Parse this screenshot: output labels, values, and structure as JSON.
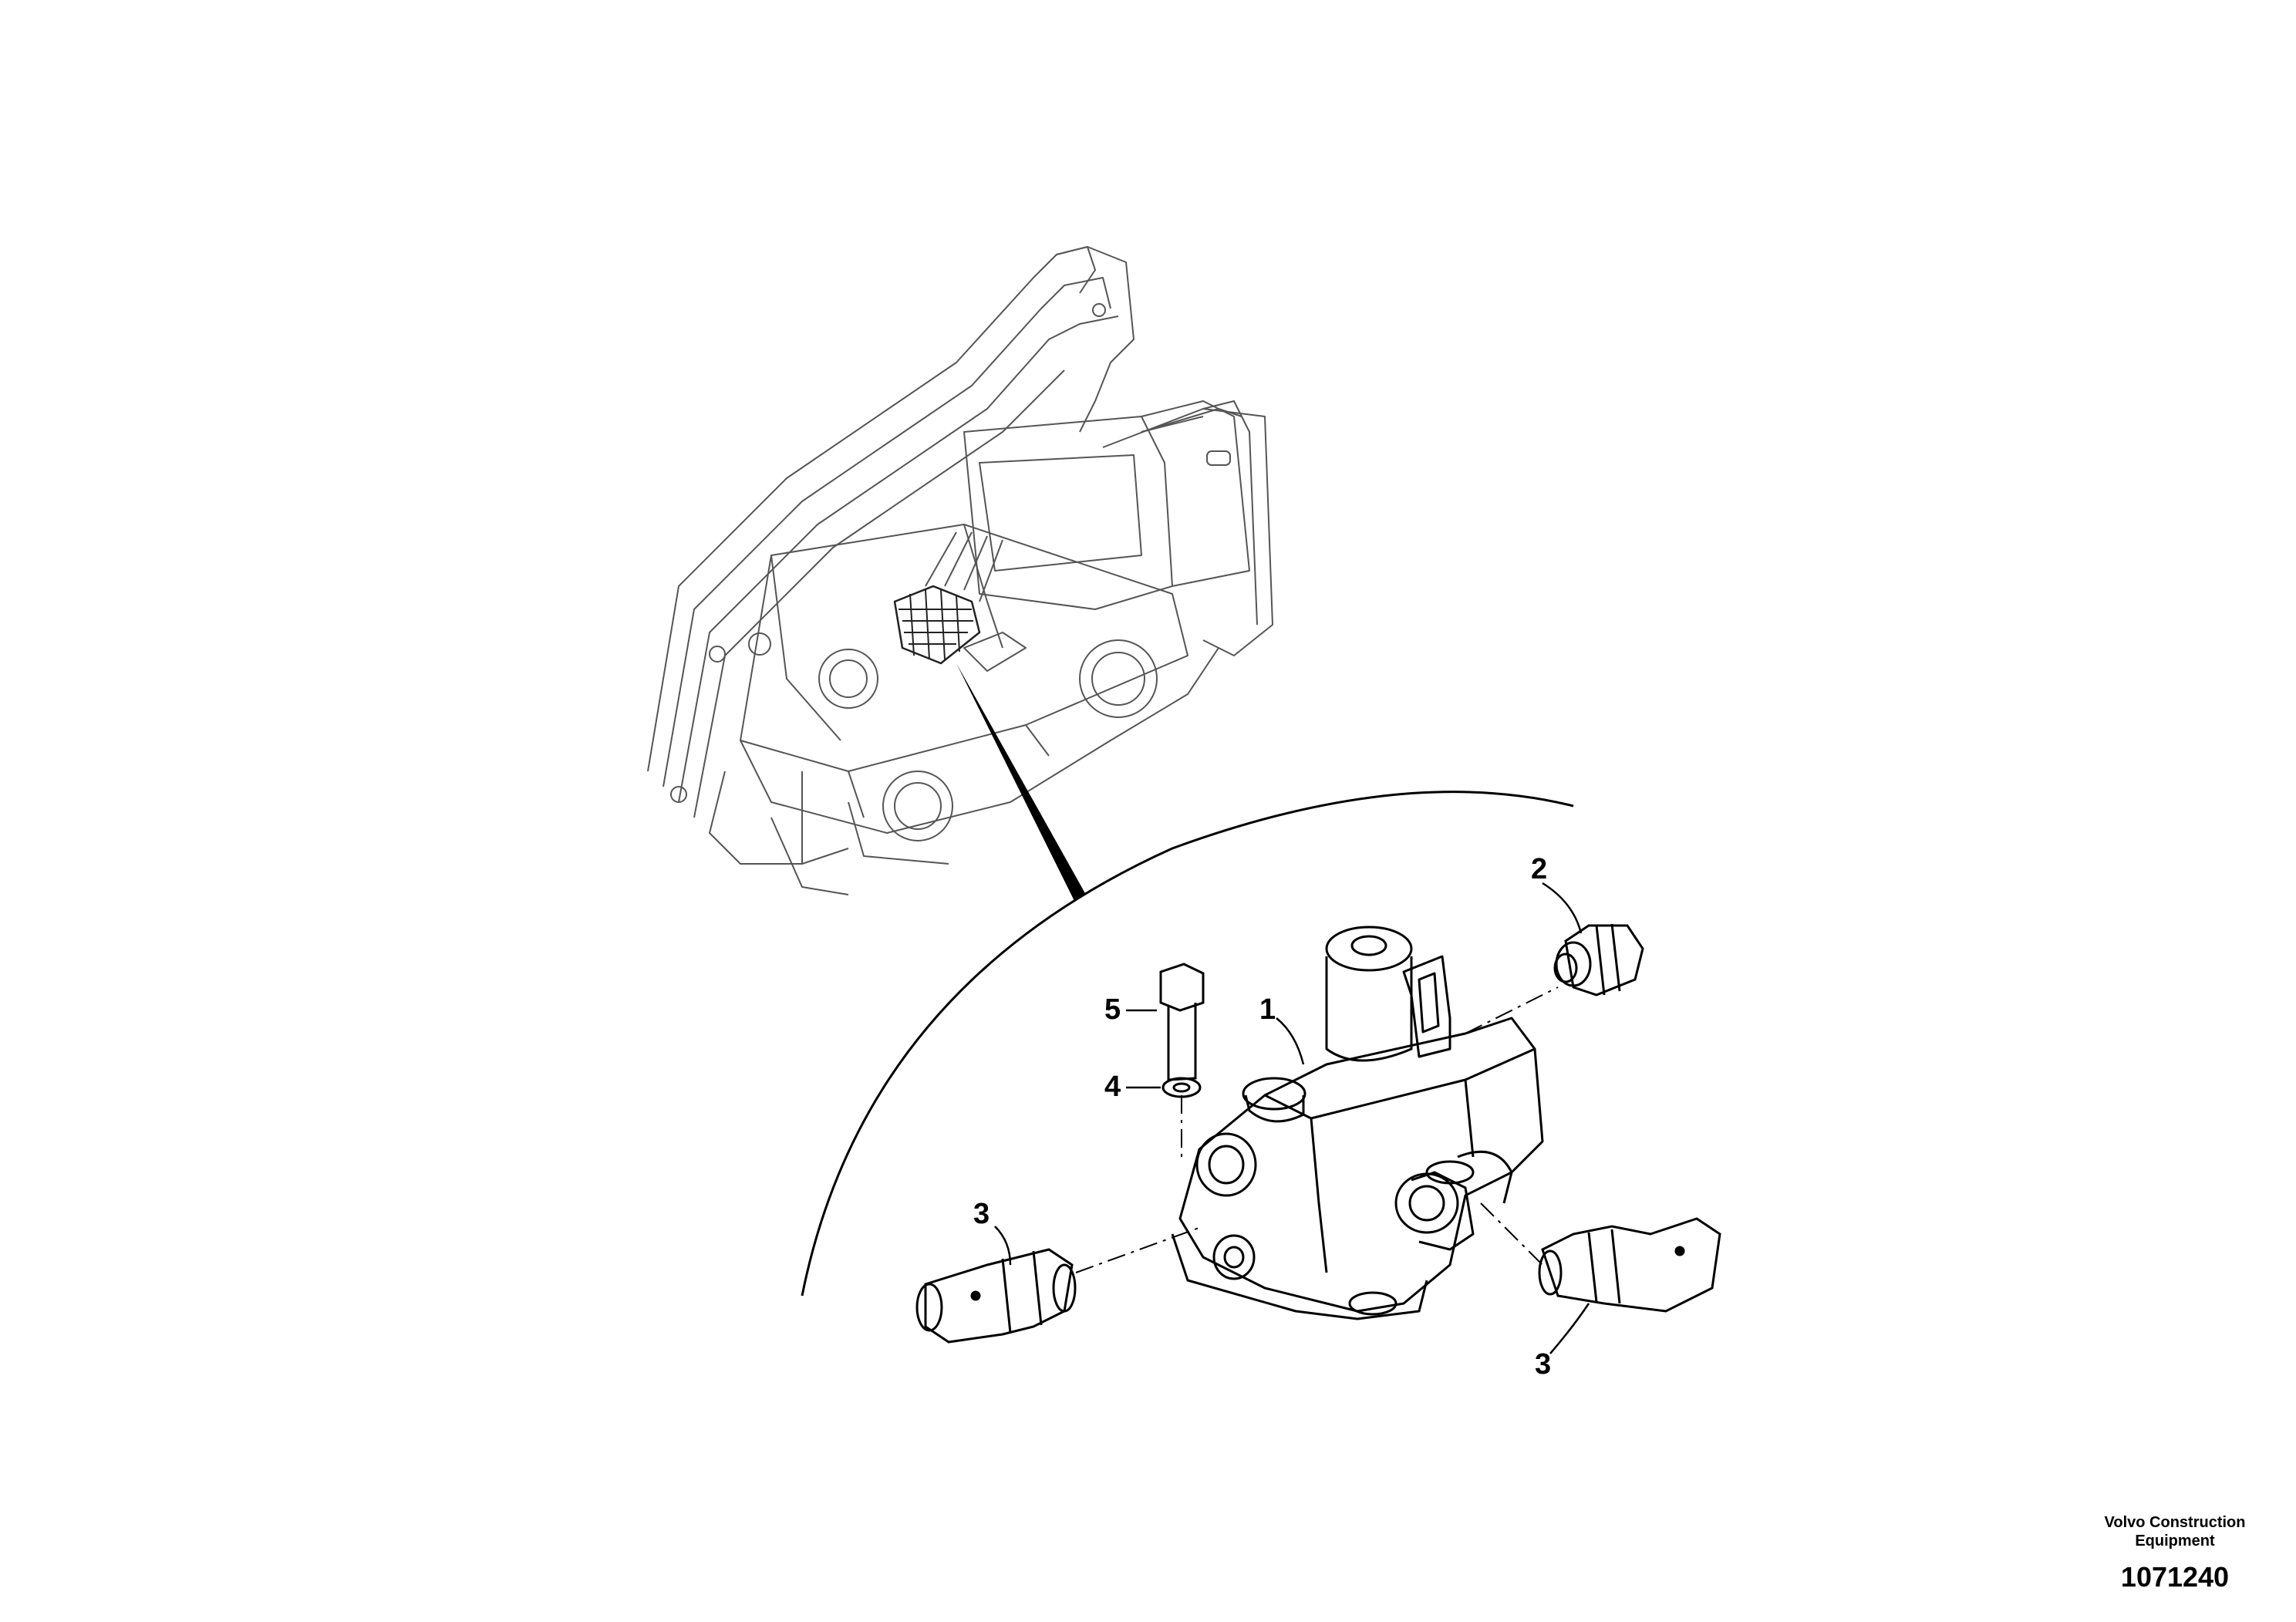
{
  "callouts": {
    "c1": "1",
    "c2": "2",
    "c3a": "3",
    "c3b": "3",
    "c4": "4",
    "c5": "5"
  },
  "footer": {
    "brand": "Volvo Construction Equipment",
    "drawing_number": "1071240"
  },
  "colors": {
    "ink": "#000000",
    "light_ink": "#555555",
    "background": "#ffffff"
  }
}
